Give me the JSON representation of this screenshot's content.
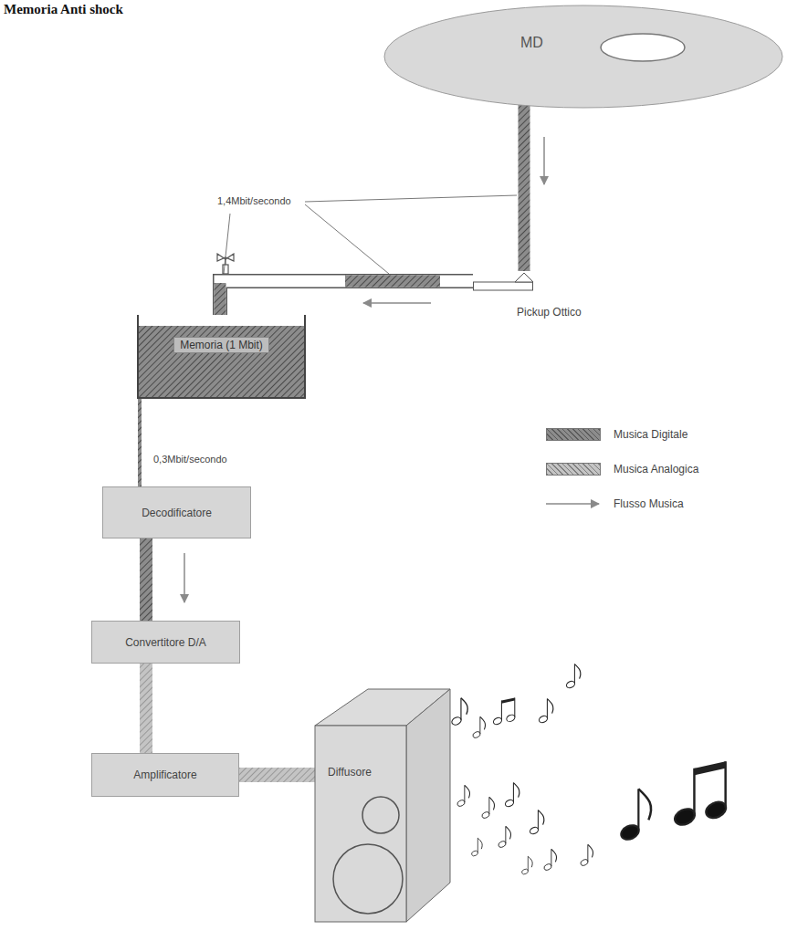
{
  "diagram": {
    "title": "Memoria Anti shock",
    "nodes": [
      {
        "text": [
          "MD"
        ]
      },
      {
        "text": [
          "Pickup Ottico"
        ]
      },
      {
        "text": [
          "Memoria (1 Mbit)"
        ]
      },
      {
        "text": [
          "Decodificatore"
        ]
      },
      {
        "text": [
          "Convertitore D/A"
        ]
      },
      {
        "text": [
          "Amplificatore"
        ]
      },
      {
        "text": [
          "Diffusore"
        ]
      }
    ],
    "edges": [
      {
        "from": 0,
        "to": 1,
        "arrow": "to"
      },
      {
        "from": 1,
        "to": 2,
        "arrow": "to"
      },
      {
        "from": 2,
        "to": 3,
        "arrow": "none"
      },
      {
        "from": 3,
        "to": 4,
        "arrow": "to"
      },
      {
        "from": 4,
        "to": 5,
        "arrow": "none"
      },
      {
        "from": 5,
        "to": 6,
        "arrow": "none"
      }
    ],
    "labels": [
      "1,4Mbit/secondo",
      "0,3Mbit/secondo"
    ],
    "legend": [
      {
        "text": "Musica Digitale",
        "color": "#8c8c8c"
      },
      {
        "text": "Musica Analogica",
        "color": "#c4c4c4"
      },
      {
        "text": "Flusso Musica"
      }
    ]
  }
}
